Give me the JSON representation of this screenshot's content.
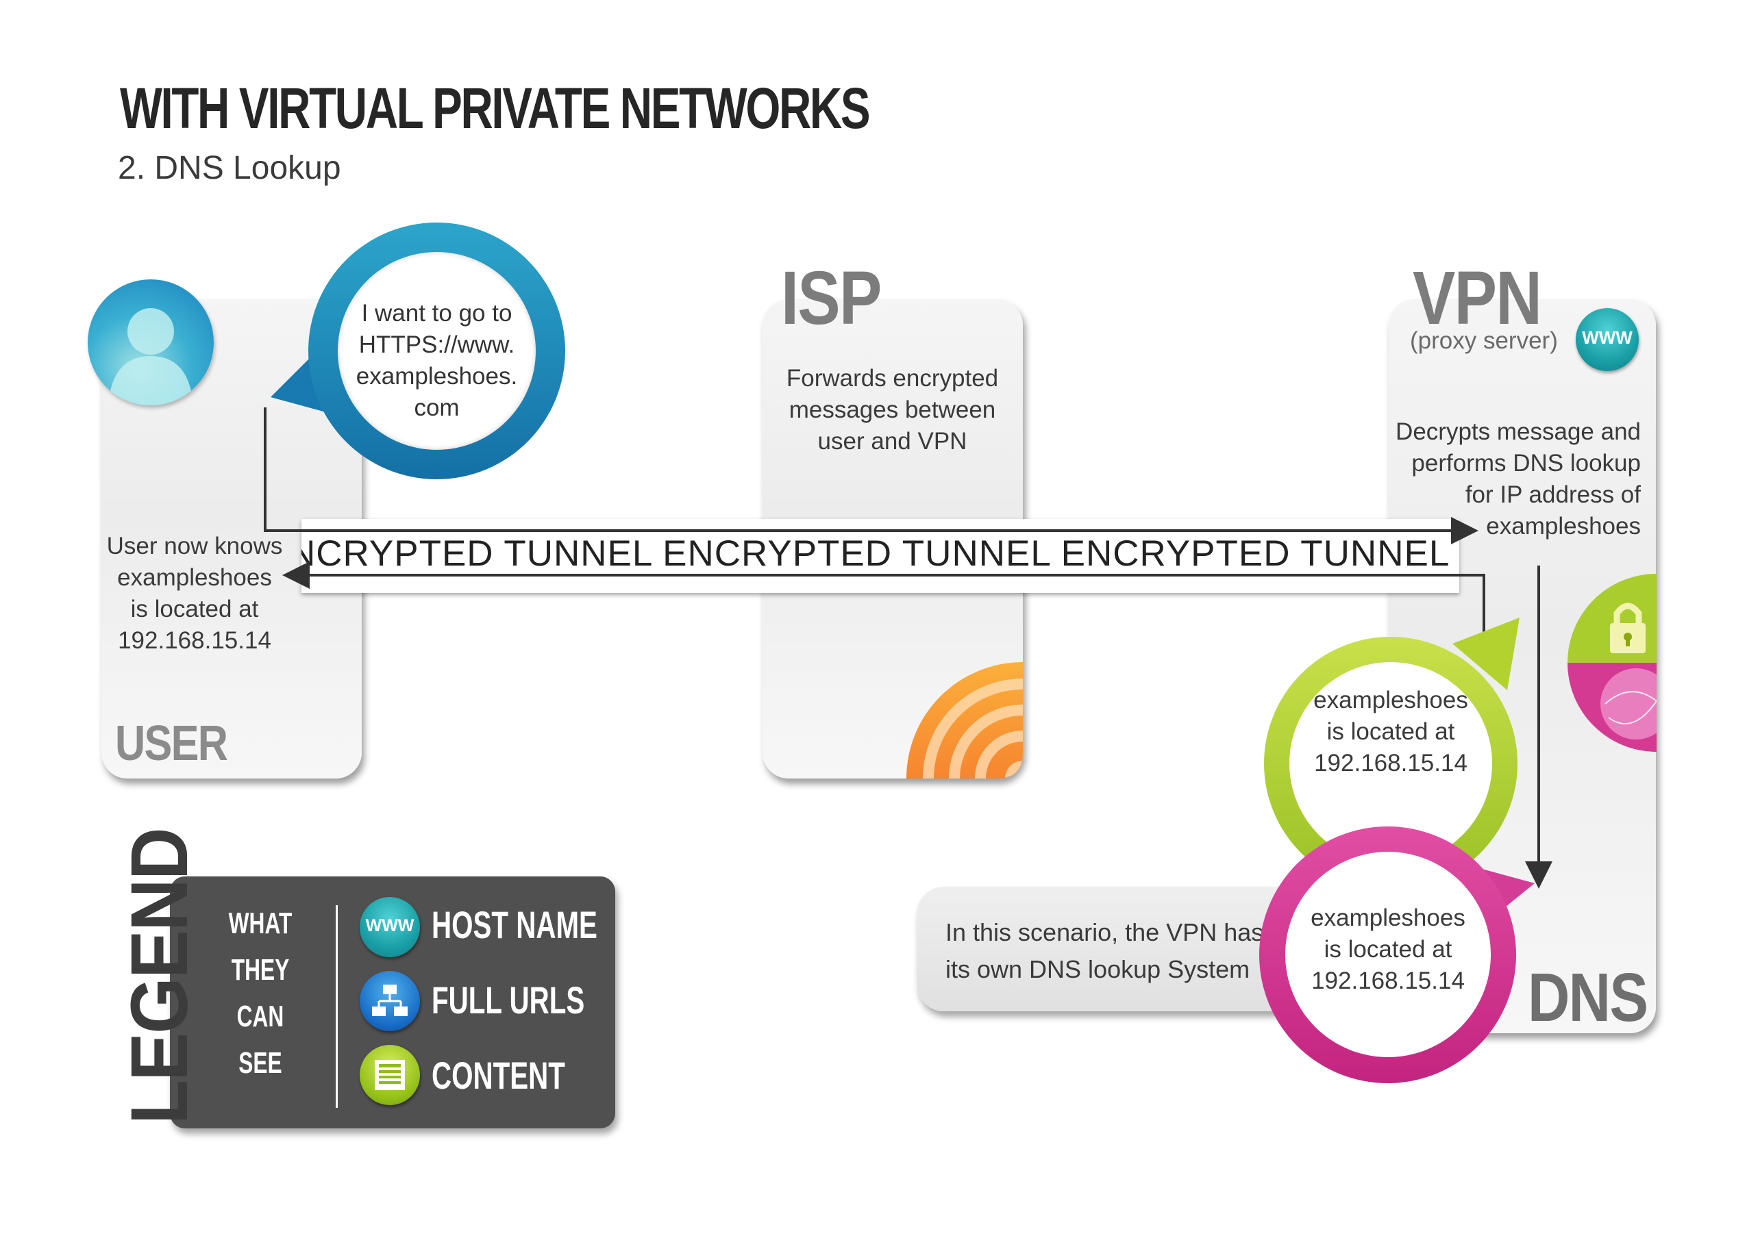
{
  "title": "WITH VIRTUAL PRIVATE NETWORKS",
  "subtitle": "2. DNS Lookup",
  "user": {
    "label": "USER",
    "speech": [
      "I want to go to",
      "HTTPS://www.",
      "exampleshoes.",
      "com"
    ],
    "knows": [
      "User now knows",
      "exampleshoes",
      "is located at",
      "192.168.15.14"
    ]
  },
  "isp": {
    "label": "ISP",
    "description": [
      "Forwards encrypted",
      "messages between",
      "user and VPN"
    ]
  },
  "vpn": {
    "label": "VPN",
    "sublabel": "(proxy server)",
    "description": [
      "Decrypts message and",
      "performs DNS lookup",
      "for IP address of",
      "exampleshoes"
    ],
    "www_icon_text": "WWW"
  },
  "tunnel": {
    "text": "NCRYPTED TUNNEL ENCRYPTED TUNNEL ENCRYPTED TUNNEL E"
  },
  "green_bubble": [
    "exampleshoes",
    "is located at",
    "192.168.15.14"
  ],
  "dns": {
    "label": "DNS",
    "bubble": [
      "exampleshoes",
      "is located at",
      "192.168.15.14"
    ],
    "note": [
      "In this scenario, the VPN has",
      "its own DNS lookup System"
    ]
  },
  "legend": {
    "title": "LEGEND",
    "what_they": "WHAT THEY",
    "can_see": "CAN SEE",
    "items": [
      {
        "label": "HOST NAME",
        "icon": "www-icon",
        "icon_text": "WWW"
      },
      {
        "label": "FULL URLS",
        "icon": "sitemap-icon"
      },
      {
        "label": "CONTENT",
        "icon": "document-icon"
      }
    ]
  },
  "colors": {
    "blue": "#1f8fc0",
    "green": "#a8cb2c",
    "pink": "#d03a92",
    "orange": "#f47b20",
    "legend_bg": "#505050"
  }
}
